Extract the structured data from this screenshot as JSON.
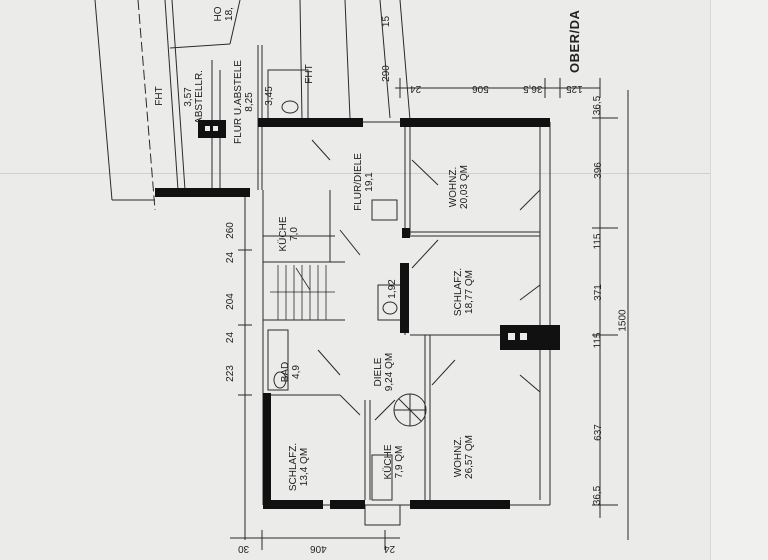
{
  "document": {
    "title_fragment": "OBER/DA",
    "type": "floor plan (rotated)"
  },
  "rooms": [
    {
      "name": "WOHNZ.",
      "area": "20,03 QM"
    },
    {
      "name": "SCHLAFZ.",
      "area": "18,77 QM"
    },
    {
      "name": "FLUR/DIELE",
      "area": "19,1"
    },
    {
      "name": "KÜCHE",
      "area": "7,0"
    },
    {
      "name": "BAD",
      "area": "4,9"
    },
    {
      "name": "DIELE",
      "area": "9,24 QM"
    },
    {
      "name": "KÜCHE",
      "area": "7,9 QM"
    },
    {
      "name": "SCHLAFZ.",
      "area": "13,4 QM"
    },
    {
      "name": "WOHNZ.",
      "area": "26,57 QM"
    },
    {
      "name": "FLUR U.ABSTELE",
      "area": "8,25"
    },
    {
      "name": "ABSTELLR.",
      "area": "3,57"
    },
    {
      "name": "",
      "area": "3,45"
    },
    {
      "name": "",
      "area": "1,92"
    },
    {
      "name": "HO",
      "area": "18,"
    }
  ],
  "annotations": {
    "fht_left": "FHT",
    "fht_right": "FHT"
  },
  "dimensions": {
    "top": [
      "24",
      "506",
      "36,5",
      "125"
    ],
    "right": [
      "36,5",
      "396",
      "115",
      "371",
      "115",
      "637",
      "36,5"
    ],
    "right_total": "1500",
    "left": [
      "260",
      "24",
      "204",
      "24",
      "223"
    ],
    "bottom": [
      "30",
      "406",
      "24"
    ],
    "top_left_vertical": [
      "290",
      "15"
    ]
  },
  "colors": {
    "paper": "#ebebea",
    "wall": "#111111",
    "line": "#2a2a2a"
  }
}
